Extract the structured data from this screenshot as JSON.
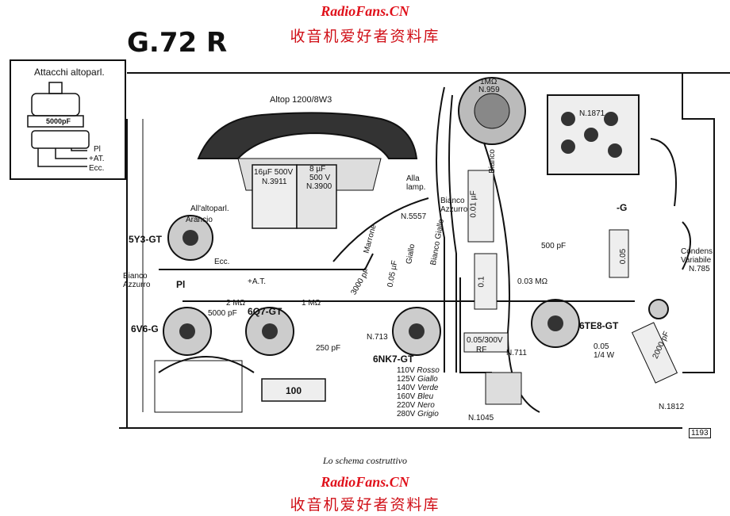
{
  "watermark": {
    "brand": "RadioFans.CN",
    "chinese": "收音机爱好者资料库"
  },
  "model": "G.72 R",
  "inset": {
    "title": "Attacchi altoparl.",
    "cap": "5000pF",
    "terminals": [
      "Pl",
      "+AT.",
      "Ecc."
    ]
  },
  "speaker": {
    "label": "Altop 1200/8W3"
  },
  "components": {
    "cap_a": [
      "16µF 500V",
      "N.3911"
    ],
    "cap_b": [
      "8 µF",
      "500 V",
      "N.3900"
    ],
    "alla_lamp": [
      "Alla",
      "lamp."
    ],
    "pot": [
      "1MΩ",
      "N.959"
    ],
    "block": "N.1871",
    "condens": [
      "Condens.",
      "Variabile",
      "N.785"
    ],
    "all_altoparl": "All'altoparl.",
    "arancio": "Arancio",
    "bianco_azzurro_left": [
      "Bianco",
      "Azzurro"
    ],
    "bianco_azzurro_mid": [
      "Bianco",
      "Azzurro"
    ],
    "bianco": "Bianco",
    "pl": "Pl",
    "plus_at": "+A.T.",
    "ecc": "Ecc.",
    "n5557": "N.5557",
    "c5000pf": "5000 pF",
    "c250pf": "250 pF",
    "r100": "100",
    "c3000pf": "3000 pF",
    "c005": "0.05 µF",
    "c01": "0.1",
    "c001": "0.01 µF",
    "r003": "0.03 MΩ",
    "c005_300v": [
      "0.05/300V",
      "RF"
    ],
    "n711": "N.711",
    "n713": "N.713",
    "c500pf": "500 pF",
    "c005_b": "0.05",
    "c2000pf": "2000 pF",
    "r005w": [
      "0.05",
      "1/4 W"
    ],
    "n1045": "N.1045",
    "n1812": "N.1812",
    "minus_g": "-G",
    "marrone": "Marrone",
    "giallo": "Giallo",
    "bianco_giallo": "Bianco Giallo",
    "r2m": "2 MΩ",
    "r1m": "1 MΩ"
  },
  "tubes": [
    "5Y3-GT",
    "6V6-G",
    "6Q7-GT",
    "6NK7-GT",
    "6TE8-GT"
  ],
  "voltages": [
    {
      "v": "110V",
      "color": "Rosso"
    },
    {
      "v": "125V",
      "color": "Giallo"
    },
    {
      "v": "140V",
      "color": "Verde"
    },
    {
      "v": "160V",
      "color": "Bleu"
    },
    {
      "v": "220V",
      "color": "Nero"
    },
    {
      "v": "280V",
      "color": "Grigio"
    }
  ],
  "caption": "Lo schema costruttivo",
  "sheet_number": "1193",
  "colors": {
    "watermark": "#e0101a",
    "ink": "#111111"
  }
}
